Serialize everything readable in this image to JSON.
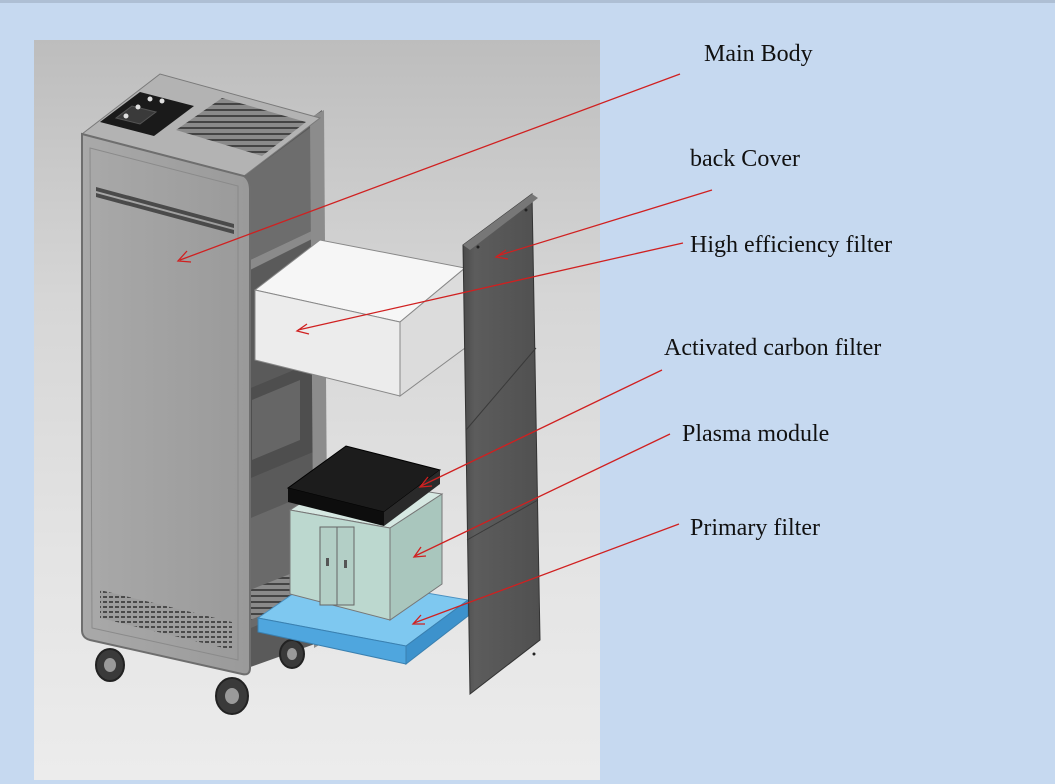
{
  "labels": {
    "main_body": "Main Body",
    "back_cover": "back Cover",
    "high_efficiency_filter": "High efficiency filter",
    "activated_carbon_filter": "Activated carbon filter",
    "plasma_module": "Plasma module",
    "primary_filter": "Primary filter"
  },
  "colors": {
    "background": "#c6d9f0",
    "leader_line": "#d02020",
    "back_cover": "#5a5a5a",
    "carbon_filter": "#1a1a1a",
    "plasma_module": "#b8d4cc",
    "primary_filter": "#7cc4ee",
    "hepa_filter": "#f2f2f2"
  }
}
